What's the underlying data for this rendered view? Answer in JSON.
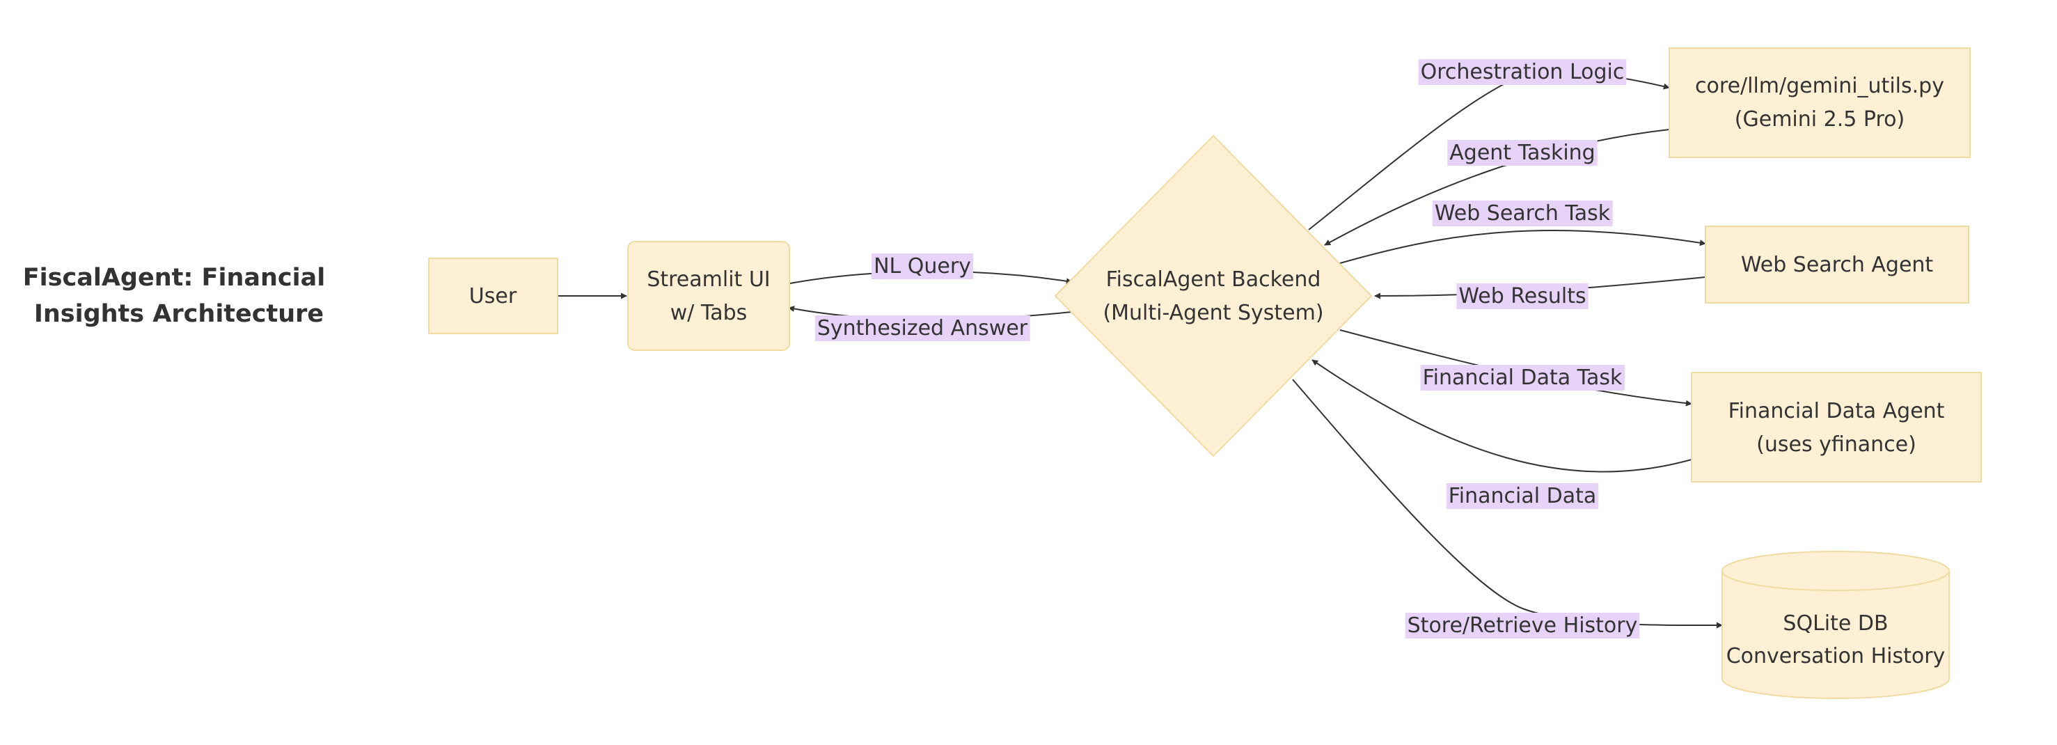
{
  "title": {
    "line1": "FiscalAgent: Financial",
    "line2": "Insights Architecture"
  },
  "nodes": {
    "user": {
      "label": "User"
    },
    "streamlit": {
      "line1": "Streamlit UI",
      "line2": "w/ Tabs"
    },
    "backend": {
      "line1": "FiscalAgent Backend",
      "line2": "(Multi-Agent System)"
    },
    "gemini": {
      "line1": "core/llm/gemini_utils.py",
      "line2": "(Gemini 2.5 Pro)"
    },
    "websearch": {
      "label": "Web Search Agent"
    },
    "financial": {
      "line1": "Financial Data Agent",
      "line2": "(uses yfinance)"
    },
    "sqlite": {
      "line1": "SQLite DB",
      "line2": "Conversation History"
    }
  },
  "edges": {
    "nl_query": "NL Query",
    "synthesized_answer": "Synthesized Answer",
    "orchestration_logic": "Orchestration Logic",
    "agent_tasking": "Agent Tasking",
    "web_search_task": "Web Search Task",
    "web_results": "Web Results",
    "financial_data_task": "Financial Data Task",
    "financial_data": "Financial Data",
    "store_retrieve_history": "Store/Retrieve History"
  },
  "colors": {
    "node_fill": "#fdf0d5",
    "node_stroke": "#f0dba3",
    "edge_label_bg": "#e8d3f8",
    "edge": "#333333",
    "text": "#333333"
  }
}
